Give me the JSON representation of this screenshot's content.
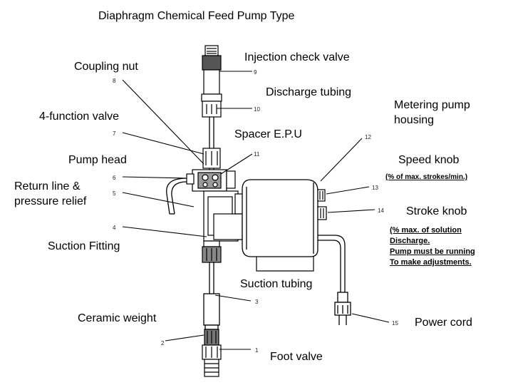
{
  "title": "Diaphragm Chemical Feed Pump Type",
  "labels": {
    "coupling_nut": "Coupling nut",
    "injection_check_valve": "Injection check valve",
    "discharge_tubing": "Discharge tubing",
    "metering_pump_housing_1": "Metering pump",
    "metering_pump_housing_2": "housing",
    "four_function_valve": "4-function valve",
    "spacer_epu": "Spacer E.P.U",
    "pump_head": "Pump head",
    "speed_knob": "Speed knob",
    "return_line_1": "Return line &",
    "return_line_2": "pressure relief",
    "stroke_knob": "Stroke knob",
    "suction_fitting": "Suction Fitting",
    "suction_tubing": "Suction tubing",
    "ceramic_weight": "Ceramic weight",
    "power_cord": "Power cord",
    "foot_valve": "Foot valve"
  },
  "notes": {
    "speed": "(% of max. strokes/min.)",
    "stroke": [
      "(% max. of solution",
      "Discharge.",
      "Pump must be running",
      "To make adjustments."
    ]
  },
  "part_numbers": [
    "1",
    "2",
    "3",
    "4",
    "5",
    "6",
    "7",
    "8",
    "9",
    "10",
    "11",
    "12",
    "13",
    "14",
    "15"
  ],
  "colors": {
    "line": "#000000",
    "part_fill": "#ffffff",
    "shade": "#9a9a9a"
  }
}
